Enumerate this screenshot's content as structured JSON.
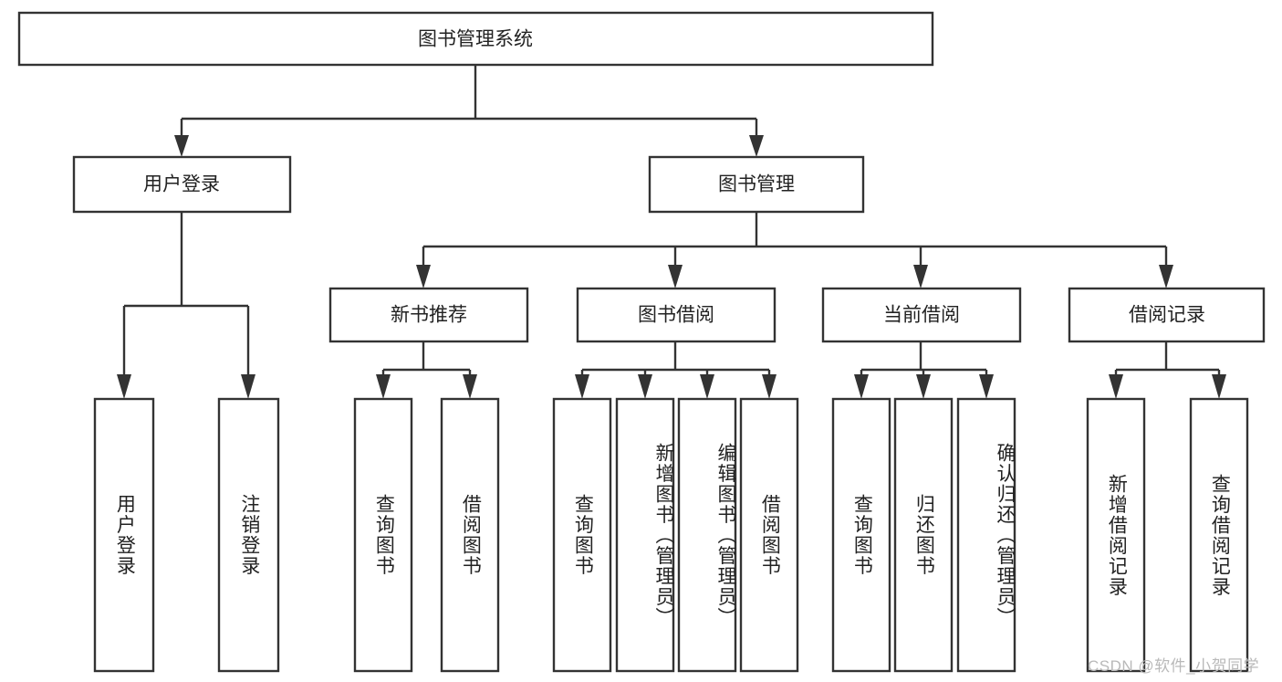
{
  "diagram": {
    "title": "图书管理系统",
    "type": "hierarchy-tree",
    "colors": {
      "box_stroke": "#333333",
      "box_fill": "#ffffff",
      "text": "#222222",
      "background": "#ffffff",
      "watermark": "#b9b9b9"
    },
    "levels": {
      "root": {
        "label": "图书管理系统",
        "orientation": "horizontal"
      },
      "level1": [
        {
          "label": "用户登录",
          "orientation": "horizontal"
        },
        {
          "label": "图书管理",
          "orientation": "horizontal"
        }
      ],
      "level2": [
        {
          "label": "新书推荐",
          "orientation": "horizontal",
          "parent": "图书管理"
        },
        {
          "label": "图书借阅",
          "orientation": "horizontal",
          "parent": "图书管理"
        },
        {
          "label": "当前借阅",
          "orientation": "horizontal",
          "parent": "图书管理"
        },
        {
          "label": "借阅记录",
          "orientation": "horizontal",
          "parent": "图书管理"
        }
      ],
      "leaves": [
        {
          "label": "用户登录",
          "orientation": "vertical",
          "parent": "用户登录"
        },
        {
          "label": "注销登录",
          "orientation": "vertical",
          "parent": "用户登录"
        },
        {
          "label": "查询图书",
          "orientation": "vertical",
          "parent": "新书推荐"
        },
        {
          "label": "借阅图书",
          "orientation": "vertical",
          "parent": "新书推荐"
        },
        {
          "label": "查询图书",
          "orientation": "vertical",
          "parent": "图书借阅"
        },
        {
          "label": "新增图书（管理员）",
          "orientation": "vertical",
          "parent": "图书借阅"
        },
        {
          "label": "编辑图书（管理员）",
          "orientation": "vertical",
          "parent": "图书借阅"
        },
        {
          "label": "借阅图书",
          "orientation": "vertical",
          "parent": "图书借阅"
        },
        {
          "label": "查询图书",
          "orientation": "vertical",
          "parent": "当前借阅"
        },
        {
          "label": "归还图书",
          "orientation": "vertical",
          "parent": "当前借阅"
        },
        {
          "label": "确认归还（管理员）",
          "orientation": "vertical",
          "parent": "当前借阅"
        },
        {
          "label": "新增借阅记录",
          "orientation": "vertical",
          "parent": "借阅记录"
        },
        {
          "label": "查询借阅记录",
          "orientation": "vertical",
          "parent": "借阅记录"
        }
      ]
    }
  },
  "watermark": {
    "text": "CSDN @软件_小贺同学"
  }
}
